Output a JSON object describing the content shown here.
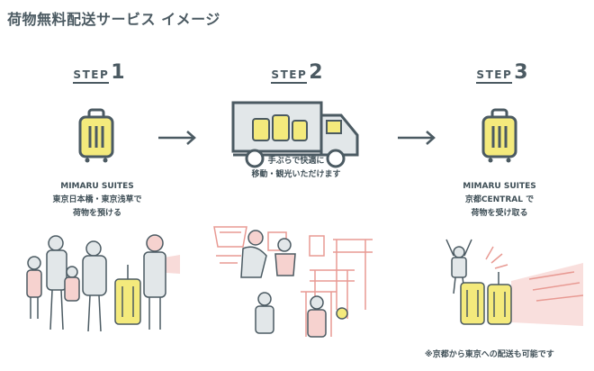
{
  "title": "荷物無料配送サービス イメージ",
  "steps": [
    {
      "word": "STEP",
      "number": "1",
      "lines": [
        "MIMARU SUITES",
        "東京日本橋・東京浅草で",
        "荷物を預ける"
      ]
    },
    {
      "word": "STEP",
      "number": "2",
      "lines": [
        "手ぶらで快適に",
        "移動・観光いただけます"
      ]
    },
    {
      "word": "STEP",
      "number": "3",
      "lines": [
        "MIMARU SUITES",
        "京都CENTRAL で",
        "荷物を受け取る"
      ]
    }
  ],
  "note": "※京都から東京への配送も可能です",
  "colors": {
    "dark": "#4b5a62",
    "yellow": "#f4ea7c",
    "red": "#e89a93",
    "truck": "#e2e7e9"
  },
  "icons": [
    "suitcase-icon",
    "arrow-right-icon",
    "truck-icon"
  ]
}
